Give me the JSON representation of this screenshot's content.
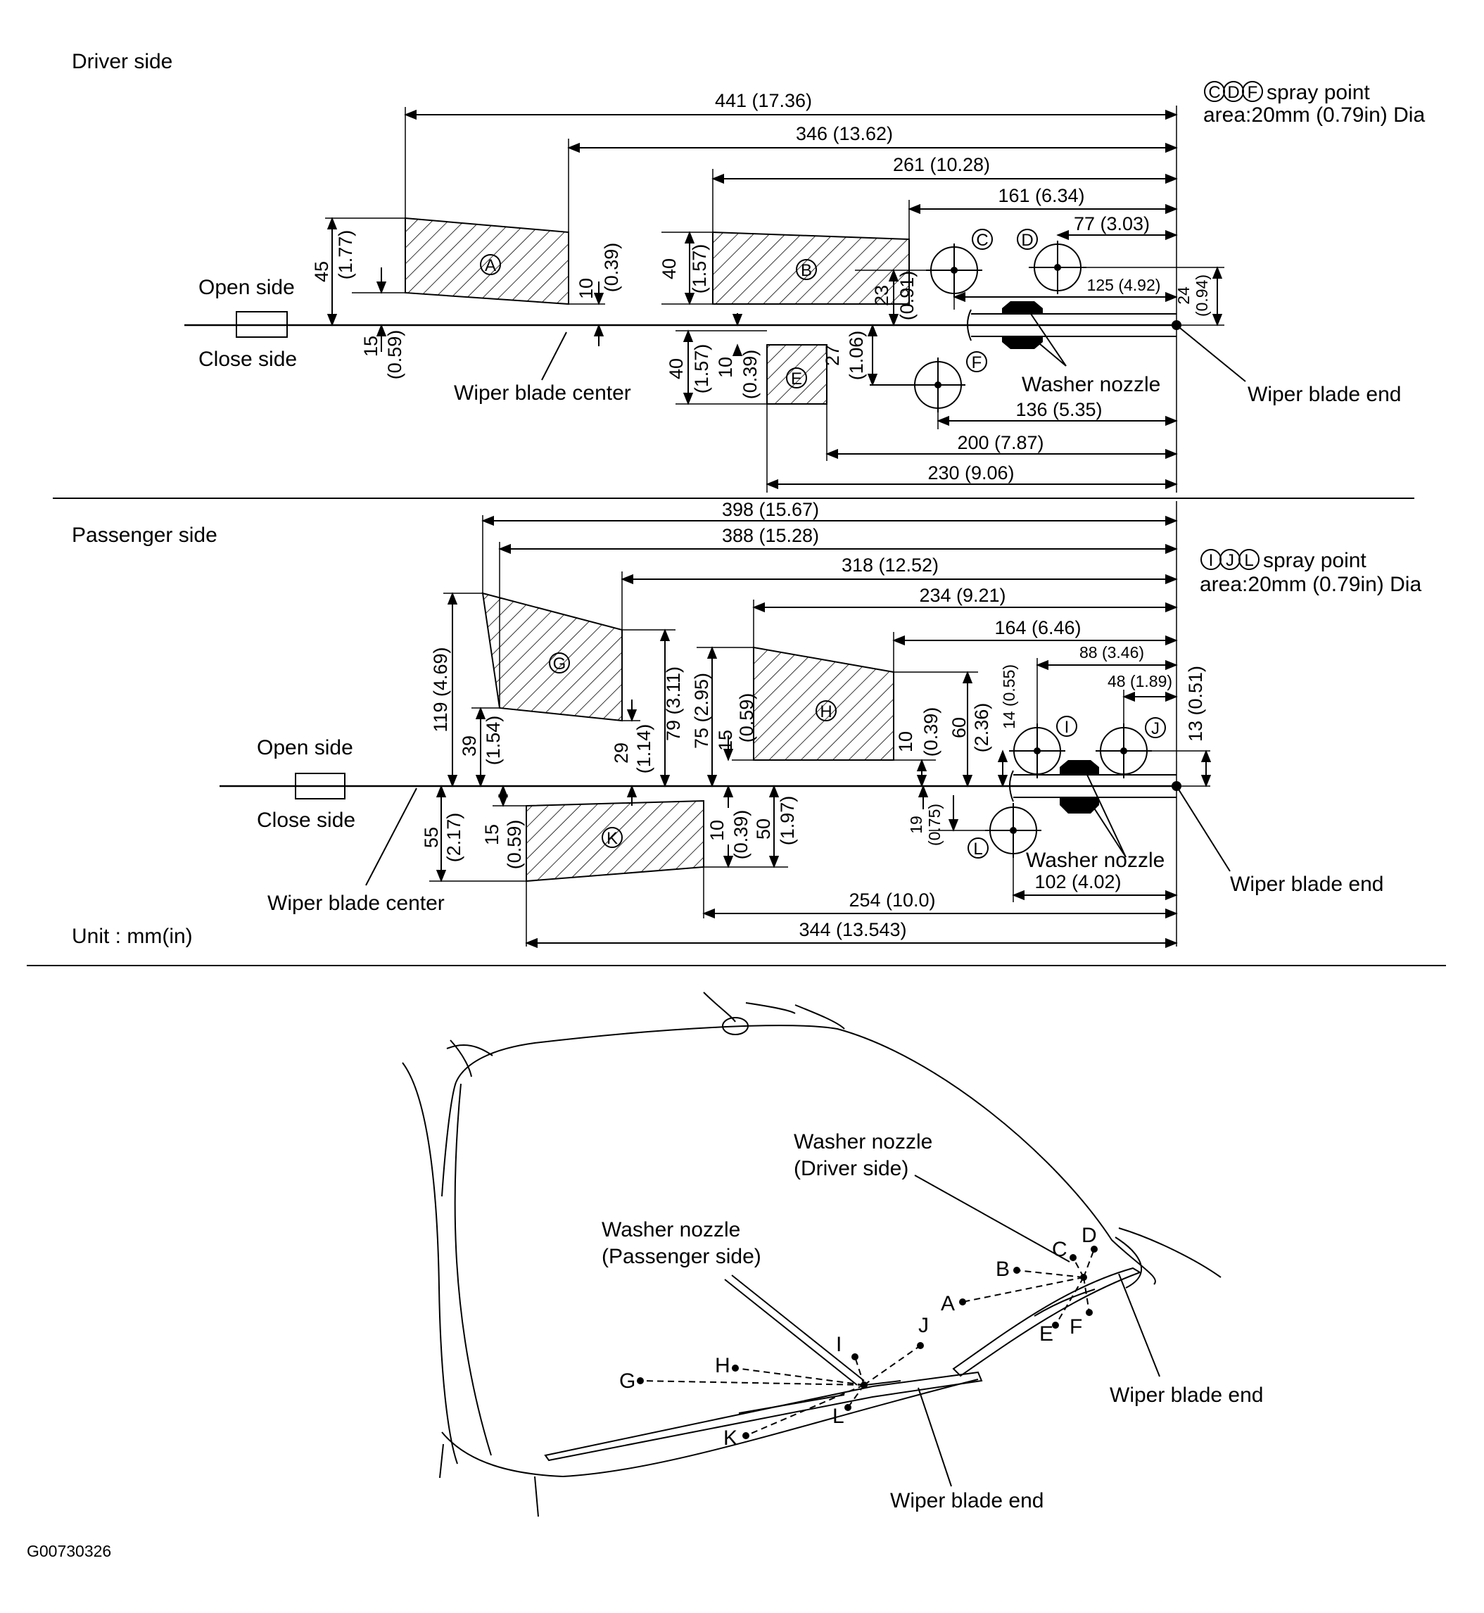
{
  "sections": {
    "driver_title": "Driver side",
    "passenger_title": "Passenger side",
    "unit": "Unit : mm(in)",
    "figure_id": "G00730326"
  },
  "driver": {
    "note_letters": [
      "C",
      "D",
      "F"
    ],
    "note_line1": "spray point",
    "note_line2": "area:20mm (0.79in) Dia",
    "open_side": "Open side",
    "close_side": "Close side",
    "wiper_blade_center": "Wiper blade center",
    "washer_nozzle": "Washer nozzle",
    "wiper_blade_end": "Wiper blade end",
    "dims": {
      "d441": "441 (17.36)",
      "d346": "346 (13.62)",
      "d261": "261 (10.28)",
      "d161": "161 (6.34)",
      "d77": "77 (3.03)",
      "d125": "125 (4.92)",
      "d136": "136 (5.35)",
      "d200": "200 (7.87)",
      "d230": "230 (9.06)",
      "v45": "45",
      "v45in": "(1.77)",
      "v15": "15",
      "v15in": "(0.59)",
      "v10": "10",
      "v10in": "(0.39)",
      "v40": "40",
      "v40in": "(1.57)",
      "v23": "23",
      "v23in": "(0.91)",
      "v24": "24",
      "v24in": "(0.94)",
      "v40b": "40",
      "v40bin": "(1.57)",
      "v10b": "10",
      "v10bin": "(0.39)",
      "v27": "27",
      "v27in": "(1.06)"
    },
    "zones": [
      "A",
      "B",
      "C",
      "D",
      "E",
      "F"
    ]
  },
  "passenger": {
    "note_letters": [
      "I",
      "J",
      "L"
    ],
    "note_line1": "spray point",
    "note_line2": "area:20mm (0.79in) Dia",
    "open_side": "Open side",
    "close_side": "Close side",
    "wiper_blade_center": "Wiper blade center",
    "washer_nozzle": "Washer nozzle",
    "wiper_blade_end": "Wiper blade end",
    "dims": {
      "d398": "398 (15.67)",
      "d388": "388 (15.28)",
      "d318": "318 (12.52)",
      "d234": "234 (9.21)",
      "d164": "164 (6.46)",
      "d88": "88 (3.46)",
      "d48": "48 (1.89)",
      "d102": "102 (4.02)",
      "d254": "254 (10.0)",
      "d344": "344 (13.543)",
      "v119": "119 (4.69)",
      "v39": "39",
      "v39in": "(1.54)",
      "v29": "29",
      "v29in": "(1.14)",
      "v79": "79 (3.11)",
      "v75": "75 (2.95)",
      "v15": "15",
      "v15in": "(0.59)",
      "v10": "10",
      "v10in": "(0.39)",
      "v60": "60",
      "v60in": "(2.36)",
      "v14": "14 (0.55)",
      "v13": "13 (0.51)",
      "v55": "55",
      "v55in": "(2.17)",
      "v15b": "15",
      "v15bin": "(0.59)",
      "v10b": "10",
      "v10bin": "(0.39)",
      "v50": "50",
      "v50in": "(1.97)",
      "v19": "19",
      "v19in": "(0.75)"
    },
    "zones": [
      "G",
      "H",
      "I",
      "J",
      "K",
      "L"
    ]
  },
  "car_view": {
    "washer_driver_l1": "Washer nozzle",
    "washer_driver_l2": "(Driver side)",
    "washer_pass_l1": "Washer nozzle",
    "washer_pass_l2": "(Passenger side)",
    "wiper_end_right": "Wiper blade end",
    "wiper_end_bottom": "Wiper blade end",
    "points": [
      "A",
      "B",
      "C",
      "D",
      "E",
      "F",
      "G",
      "H",
      "I",
      "J",
      "K",
      "L"
    ]
  }
}
